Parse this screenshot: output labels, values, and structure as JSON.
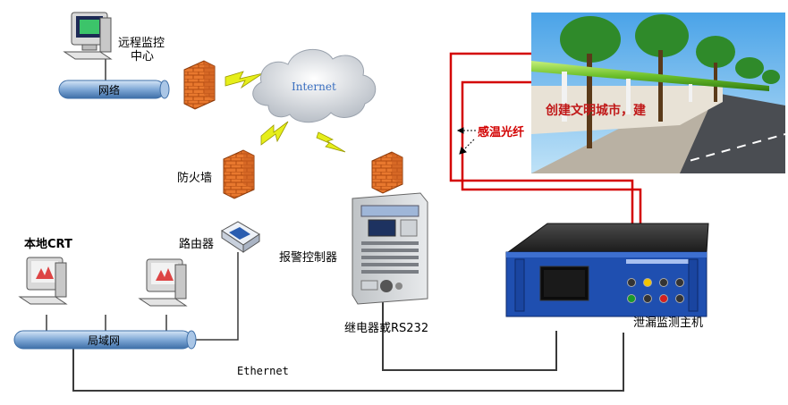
{
  "labels": {
    "remote_center_line1": "远程监控",
    "remote_center_line2": "中心",
    "network": "网络",
    "internet": "Internet",
    "firewall": "防火墙",
    "router": "路由器",
    "local_crt": "本地CRT",
    "lan": "局域网",
    "alarm_controller": "报警控制器",
    "relay_or_rs232": "继电器或RS232",
    "leak_host": "泄漏监测主机",
    "ethernet": "Ethernet",
    "temp_fiber": "感温光纤",
    "photo_banner": "创建文明城市，建"
  },
  "colors": {
    "fiber_line": "#d40000",
    "cable_line": "#3a3a3a",
    "pipe_fill": "#7fa8d6",
    "firewall_brick": "#e87830",
    "device_blue": "#1f4fb0",
    "cloud": "#d9dde3",
    "lightning": "#e6ee1a"
  },
  "icons": {
    "workstation": "computer-icon",
    "firewall": "firewall-icon",
    "router": "router-icon",
    "cloud": "cloud-icon",
    "link": "lightning-icon",
    "controller": "alarm-cabinet-icon",
    "host": "rack-host-icon"
  }
}
